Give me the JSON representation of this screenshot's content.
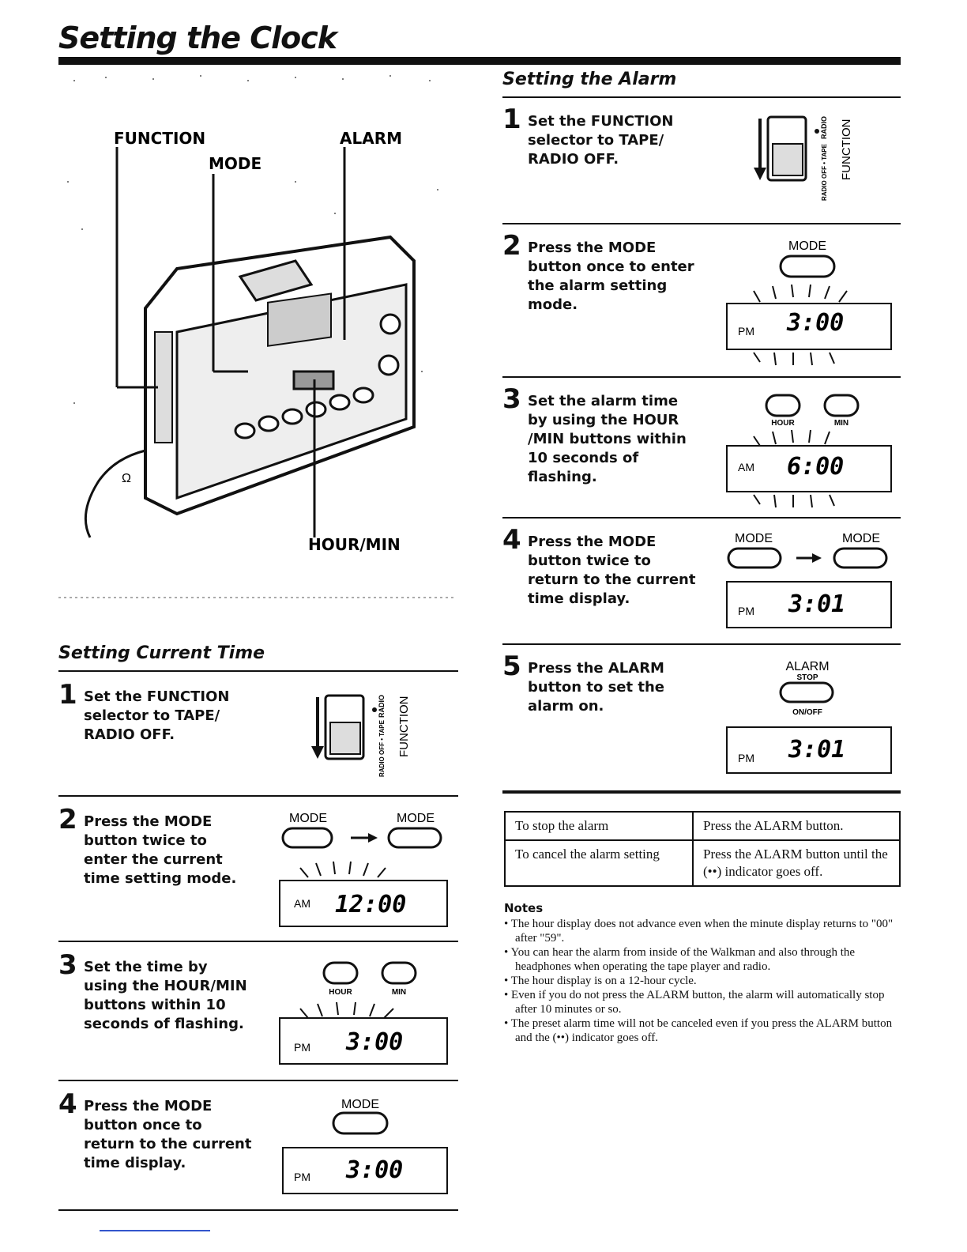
{
  "title": "Setting the Clock",
  "diagram": {
    "labels": {
      "function": "FUNCTION",
      "mode": "MODE",
      "alarm": "ALARM",
      "hour_min": "HOUR/MIN"
    }
  },
  "current_time": {
    "heading": "Setting Current Time",
    "steps": [
      {
        "num": "1",
        "text": "Set the FUNCTION\nselector to TAPE/\nRADIO OFF."
      },
      {
        "num": "2",
        "text": "Press the MODE\nbutton twice to\nenter the current\ntime setting mode."
      },
      {
        "num": "3",
        "text": "Set the time by\nusing the HOUR/MIN\nbuttons within 10\nseconds of flashing."
      },
      {
        "num": "4",
        "text": "Press the MODE\nbutton once to\nreturn to the current\ntime display."
      }
    ],
    "displays": [
      {
        "ind": "AM",
        "time": "12:00"
      },
      {
        "ind": "PM",
        "time": "3:00"
      },
      {
        "ind": "PM",
        "time": "3:00"
      }
    ]
  },
  "alarm": {
    "heading": "Setting the Alarm",
    "steps": [
      {
        "num": "1",
        "text": "Set the FUNCTION\nselector to TAPE/\nRADIO OFF."
      },
      {
        "num": "2",
        "text": "Press the MODE\nbutton once to enter\nthe alarm setting\nmode."
      },
      {
        "num": "3",
        "text": "Set the alarm time\nby using the HOUR\n/MIN buttons within\n10 seconds of\nflashing."
      },
      {
        "num": "4",
        "text": "Press the MODE\nbutton twice to\nreturn to the current\ntime display."
      },
      {
        "num": "5",
        "text": "Press the ALARM\nbutton to set the\nalarm on."
      }
    ],
    "displays": [
      {
        "ind": "PM",
        "time": "3:00"
      },
      {
        "ind": "AM",
        "time": "6:00"
      },
      {
        "ind": "PM",
        "time": "3:01"
      },
      {
        "ind": "PM",
        "time": "3:01"
      }
    ]
  },
  "figure_labels": {
    "mode": "MODE",
    "hour": "HOUR",
    "min": "MIN",
    "alarm": "ALARM",
    "stop": "STOP",
    "onoff": "ON/OFF",
    "function": "FUNCTION",
    "radio": "RADIO",
    "radio_off_tape": "RADIO OFF • TAPE"
  },
  "table": {
    "rows": [
      {
        "action": "To stop the alarm",
        "how": "Press the ALARM button."
      },
      {
        "action": "To cancel the alarm setting",
        "how": "Press the ALARM button until the (••) indicator goes off."
      }
    ]
  },
  "notes": {
    "heading": "Notes",
    "items": [
      "The hour display does not advance even when the minute display returns to \"00\" after \"59\".",
      "You can hear the alarm from inside of the Walkman and also through the headphones when operating the tape player and radio.",
      "The hour display is on a 12-hour cycle.",
      "Even if you do not press the ALARM button, the alarm will automatically stop after 10 minutes or so.",
      "The preset alarm time will not be canceled even if you press the ALARM button and the (••) indicator goes off."
    ]
  }
}
